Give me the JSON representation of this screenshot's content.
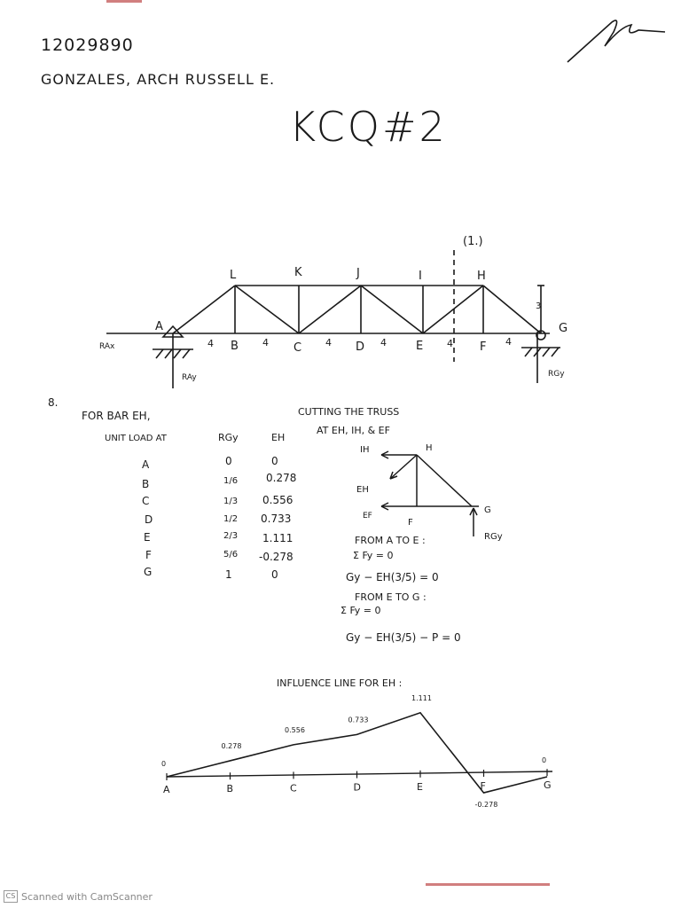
{
  "header": {
    "student_id": "12029890",
    "student_name": "GONZALES, ARCH RUSSELL E.",
    "title": "KCQ#2"
  },
  "truss": {
    "section_label": "(1.)",
    "top_nodes": [
      "L",
      "K",
      "J",
      "I",
      "H"
    ],
    "bottom_nodes": [
      "A",
      "B",
      "C",
      "D",
      "E",
      "F",
      "G"
    ],
    "panel_lengths": [
      "4",
      "4",
      "4",
      "4",
      "4",
      "4"
    ],
    "height_label": "3",
    "reaction_labels": {
      "ax": "RAx",
      "ay": "RAy",
      "gy": "RGy"
    }
  },
  "problem": {
    "number": "8.",
    "intro": "FOR BAR EH,",
    "cutting_line1": "CUTTING THE TRUSS",
    "cutting_line2": "AT EH, IH, & EF"
  },
  "table": {
    "headers": [
      "UNIT LOAD AT",
      "RGy",
      "EH"
    ],
    "rows": [
      {
        "point": "A",
        "rgy": "0",
        "eh": "0"
      },
      {
        "point": "B",
        "rgy": "1/6",
        "eh": "0.278"
      },
      {
        "point": "C",
        "rgy": "1/3",
        "eh": "0.556"
      },
      {
        "point": "D",
        "rgy": "1/2",
        "eh": "0.733"
      },
      {
        "point": "E",
        "rgy": "2/3",
        "eh": "1.111"
      },
      {
        "point": "F",
        "rgy": "5/6",
        "eh": "-0.278"
      },
      {
        "point": "G",
        "rgy": "1",
        "eh": "0"
      }
    ]
  },
  "fbd": {
    "labels": {
      "ih": "IH",
      "h": "H",
      "eh": "EH",
      "ef": "EF",
      "f": "F",
      "g": "G",
      "rgy": "RGy"
    }
  },
  "equations": {
    "from_a_to_e": "FROM A TO E :",
    "sum1": "Σ Fy = 0",
    "eq1": "Gy − EH(3/5) = 0",
    "from_e_to_g": "FROM E TO G :",
    "sum2": "Σ Fy = 0",
    "eq2": "Gy − EH(3/5) − P = 0"
  },
  "influence_line": {
    "title": "INFLUENCE LINE FOR EH :",
    "points": [
      "A",
      "B",
      "C",
      "D",
      "E",
      "F",
      "G"
    ],
    "values": [
      0,
      0.278,
      0.556,
      0.733,
      1.111,
      -0.278,
      0
    ],
    "value_labels": [
      "0",
      "0.278",
      "0.556",
      "0.733",
      "1.111",
      "-0.278",
      "0"
    ]
  },
  "footer": {
    "scanner": "Scanned with CamScanner",
    "logo": "CS"
  },
  "colors": {
    "ink": "#1a1a1a",
    "accent": "#b83a3a",
    "footer": "#888888"
  }
}
